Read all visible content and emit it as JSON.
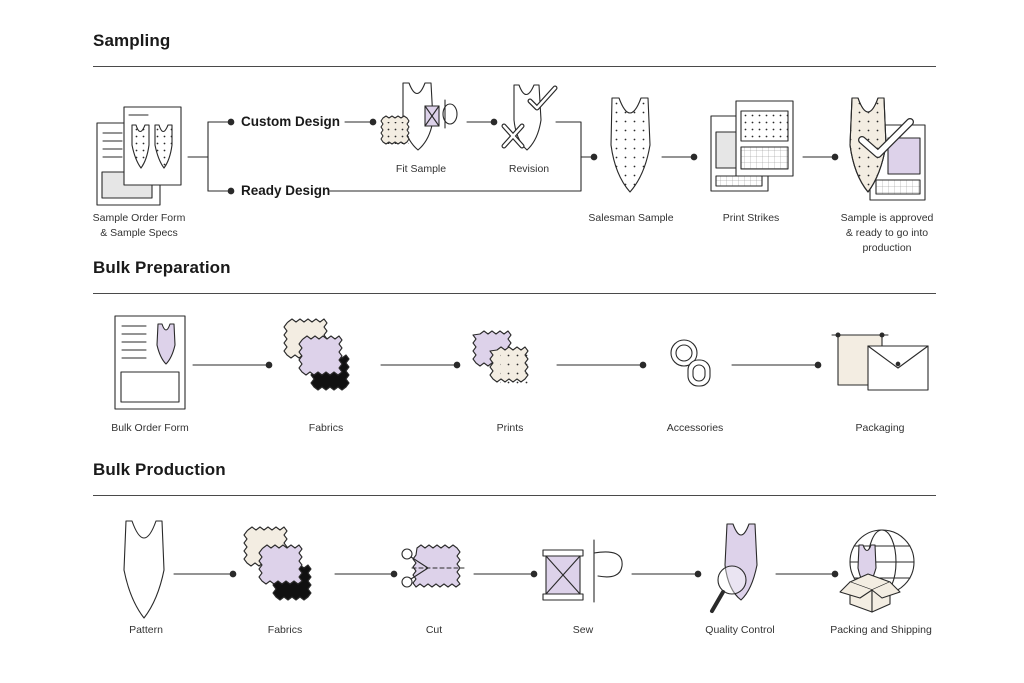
{
  "sections": {
    "sampling": {
      "title": "Sampling",
      "branches": {
        "custom": "Custom Design",
        "ready": "Ready Design"
      },
      "labels": {
        "order_form_1": "Sample Order Form",
        "order_form_2": "& Sample Specs",
        "fit_sample": "Fit Sample",
        "revision": "Revision",
        "salesman": "Salesman Sample",
        "print_strikes": "Print Strikes",
        "approved_1": "Sample is approved",
        "approved_2": "& ready to go into",
        "approved_3": "production"
      }
    },
    "bulk_preparation": {
      "title": "Bulk Preparation",
      "labels": {
        "order_form": "Bulk Order Form",
        "fabrics": "Fabrics",
        "prints": "Prints",
        "accessories": "Accessories",
        "packaging": "Packaging"
      }
    },
    "bulk_production": {
      "title": "Bulk Production",
      "labels": {
        "pattern": "Pattern",
        "fabrics": "Fabrics",
        "cut": "Cut",
        "sew": "Sew",
        "qc": "Quality Control",
        "shipping": "Packing and Shipping"
      }
    }
  },
  "colors": {
    "stroke": "#2a2a2a",
    "lavender": "#ddd2ea",
    "cream": "#f3ede2",
    "grey": "#e6e6e6"
  },
  "icons": [
    "document-icon",
    "swimsuit-icon",
    "fabric-swatch-icon",
    "needle-icon",
    "checkmark-icon",
    "x-mark-icon",
    "print-sheet-icon",
    "rings-icon",
    "bag-icon",
    "envelope-icon",
    "scissors-icon",
    "spool-icon",
    "magnifier-icon",
    "globe-icon",
    "box-icon"
  ]
}
